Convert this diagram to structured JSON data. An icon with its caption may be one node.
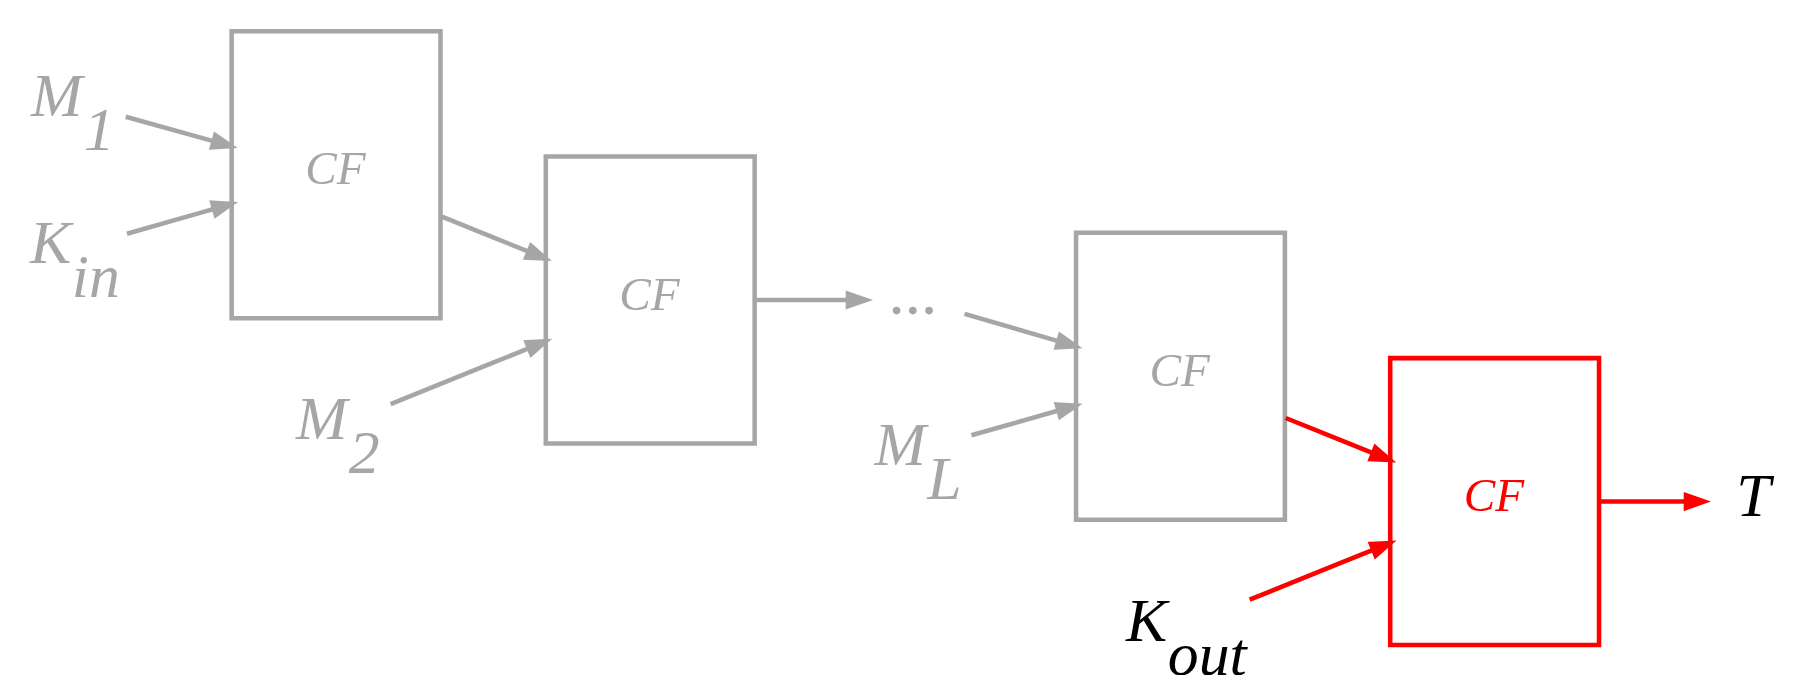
{
  "diagram": {
    "nodes": [
      {
        "text": [
          "M$_{1}$"
        ]
      },
      {
        "text": [
          "M$_{2}$"
        ]
      },
      {
        "text": [
          "M$_{L}$"
        ]
      },
      {
        "text": [
          "K$_{in}$"
        ]
      },
      {
        "text": [
          "CF"
        ]
      },
      {
        "text": [
          "CF"
        ]
      },
      {
        "text": [
          "..."
        ]
      },
      {
        "text": [
          "CF"
        ]
      },
      {
        "text": [
          "K$_{out}$"
        ]
      },
      {
        "text": [
          "CF"
        ]
      },
      {
        "text": [
          "T"
        ]
      }
    ],
    "edges": [
      {
        "from": 0,
        "to": 4,
        "arrow": "to"
      },
      {
        "from": 3,
        "to": 4,
        "arrow": "to"
      },
      {
        "from": 4,
        "to": 5,
        "arrow": "to"
      },
      {
        "from": 1,
        "to": 5,
        "arrow": "to"
      },
      {
        "from": 5,
        "to": 6,
        "arrow": "to"
      },
      {
        "from": 6,
        "to": 7,
        "arrow": "to"
      },
      {
        "from": 2,
        "to": 7,
        "arrow": "to"
      },
      {
        "from": 7,
        "to": 9,
        "arrow": "to",
        "color": "#ff0000"
      },
      {
        "from": 8,
        "to": 9,
        "arrow": "to",
        "color": "#ff0000"
      },
      {
        "from": 9,
        "to": 10,
        "arrow": "to",
        "color": "#ff0000"
      }
    ]
  }
}
